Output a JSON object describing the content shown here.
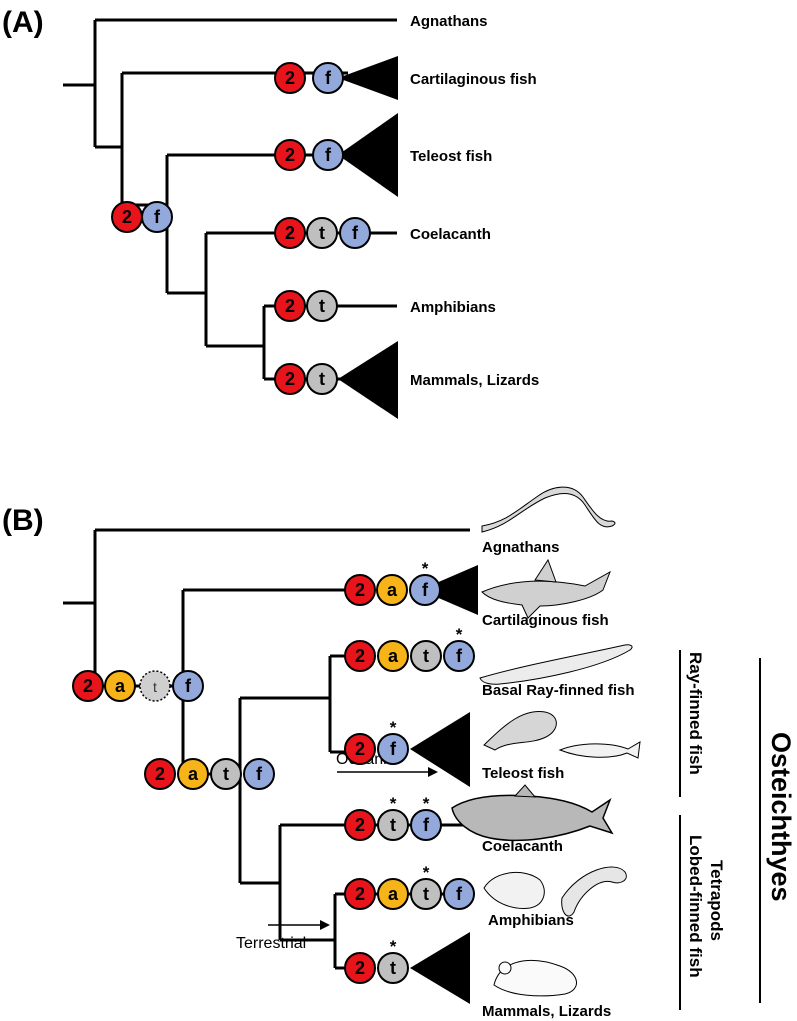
{
  "panels": [
    {
      "label": "(A)",
      "taxa": [
        "Agnathans",
        "Cartilaginous fish",
        "Teleost fish",
        "Coelacanth",
        "Amphibians",
        "Mammals, Lizards"
      ]
    },
    {
      "label": "(B)",
      "taxa": [
        "Agnathans",
        "Cartilaginous fish",
        "Basal Ray-finned fish",
        "Teleost fish",
        "Coelacanth",
        "Amphibians",
        "Mammals, Lizards"
      ],
      "groups": {
        "ray_finned": "Ray-finned fish",
        "lobe_finned": "Lobed-finned fish",
        "tetrapods": "Tetrapods",
        "osteichthyes": "Osteichthyes"
      },
      "transitions": {
        "oceanic": "Oceanic",
        "terrestrial": "Terrestrial"
      }
    }
  ],
  "gene_markers": {
    "2": {
      "text": "2",
      "color": "#e8141b"
    },
    "a": {
      "text": "a",
      "color": "#f7b419"
    },
    "t": {
      "text": "t",
      "color": "#bfbfbf"
    },
    "f": {
      "text": "f",
      "color": "#93a9dc"
    }
  },
  "asterisk": "*",
  "marker_sets": {
    "a_cartilaginous": [
      "2",
      "f"
    ],
    "a_teleost": [
      "2",
      "f"
    ],
    "a_ancestor": [
      "2",
      "f"
    ],
    "a_coelacanth": [
      "2",
      "t",
      "f"
    ],
    "a_amphibians": [
      "2",
      "t"
    ],
    "a_mammals": [
      "2",
      "t"
    ],
    "b_ancestor": [
      "2",
      "a",
      "t",
      "f"
    ],
    "b_cartilaginous": [
      "2",
      "a",
      "f"
    ],
    "b_osteichthyes": [
      "2",
      "a",
      "t",
      "f"
    ],
    "b_basal": [
      "2",
      "a",
      "t",
      "f"
    ],
    "b_teleost": [
      "2",
      "f"
    ],
    "b_coelacanth": [
      "2",
      "t",
      "f"
    ],
    "b_amphibians": [
      "2",
      "a",
      "t",
      "f"
    ],
    "b_mammals": [
      "2",
      "t"
    ]
  }
}
